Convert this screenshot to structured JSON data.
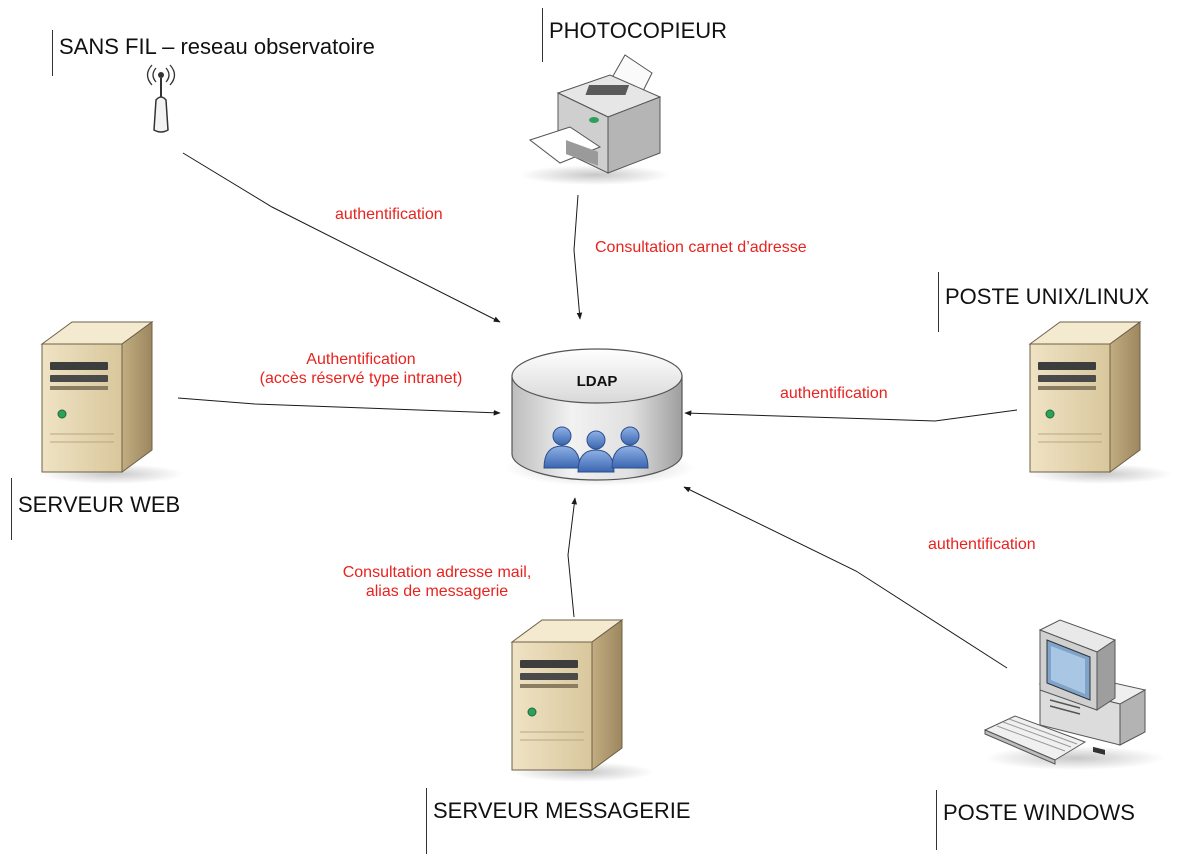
{
  "colors": {
    "edge_label": "#e8231f",
    "edge_line": "#1a1a1a",
    "node_label": "#111111",
    "server_body": "#e9dcbc",
    "server_side": "#b39f77",
    "cylinder": "#e4e4e4",
    "people": "#5a84c8"
  },
  "hub": {
    "label": "LDAP",
    "icon": "users-icon"
  },
  "nodes": {
    "wireless": {
      "label": "SANS FIL – reseau observatoire",
      "icon": "wifi-antenna-icon"
    },
    "printer": {
      "label": "PHOTOCOPIEUR",
      "icon": "printer-icon"
    },
    "unix": {
      "label": "POSTE UNIX/LINUX",
      "icon": "server-tower-icon"
    },
    "web": {
      "label": "SERVEUR WEB",
      "icon": "server-tower-icon"
    },
    "mail": {
      "label": "SERVEUR MESSAGERIE",
      "icon": "server-tower-icon"
    },
    "windows": {
      "label": "POSTE WINDOWS",
      "icon": "desktop-computer-icon"
    }
  },
  "edges": {
    "wireless": {
      "label": "authentification"
    },
    "printer": {
      "label": "Consultation carnet d’adresse"
    },
    "web": {
      "line1": "Authentification",
      "line2": "(accès réservé type intranet)"
    },
    "unix": {
      "label": "authentification"
    },
    "mail": {
      "line1": "Consultation adresse mail,",
      "line2": "alias de messagerie"
    },
    "windows": {
      "label": "authentification"
    }
  }
}
